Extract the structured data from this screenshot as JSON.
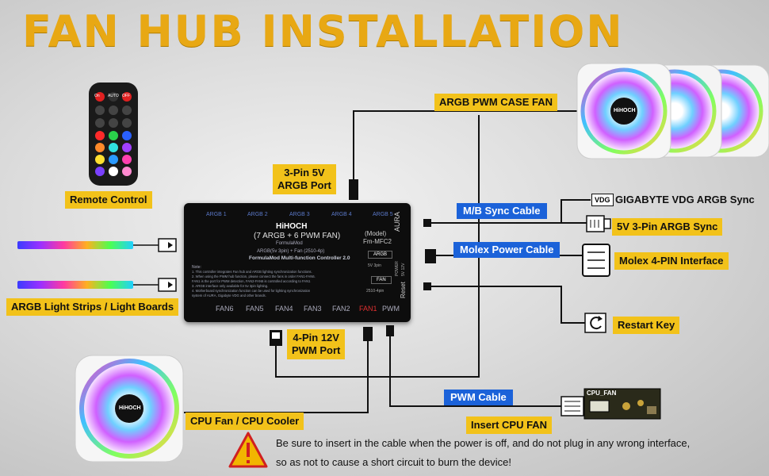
{
  "title": "FAN HUB INSTALLATION",
  "labels": {
    "remote_control": "Remote Control",
    "argb_strips": "ARGB Light Strips / Light Boards",
    "argb_port_line1": "3-Pin 5V",
    "argb_port_line2": "ARGB Port",
    "case_fan": "ARGB PWM CASE FAN",
    "mb_sync_cable": "M/B Sync Cable",
    "vdg_tag": "VDG",
    "gigabyte_sync": "GIGABYTE VDG ARGB Sync",
    "sync_5v": "5V 3-Pin ARGB Sync",
    "molex_cable": "Molex Power Cable",
    "molex_interface": "Molex 4-PIN Interface",
    "restart_key": "Restart Key",
    "pwm_port_line1": "4-Pin 12V",
    "pwm_port_line2": "PWM Port",
    "pwm_cable": "PWM Cable",
    "insert_cpu_fan": "Insert CPU FAN",
    "cpu_fan_header": "CPU_FAN",
    "cpu_cooler": "CPU Fan / CPU Cooler"
  },
  "warning": {
    "line1": "Be sure to insert in the cable when the power is off, and do not plug in any wrong interface,",
    "line2": "so as not to cause a short circuit to burn the device!"
  },
  "brand": "HiHOCH",
  "remote": {
    "top_buttons": [
      "On",
      "AUTO",
      "OFF"
    ]
  },
  "hub": {
    "argb_ports": [
      "ARGB 1",
      "ARGB 2",
      "ARGB 3",
      "ARGB 4",
      "ARGB 5"
    ],
    "brand": "HiHOCH",
    "model_line": "(7 ARGB + 6 PWM FAN)",
    "model_label": "(Model)",
    "model_number": "Fm-MFC2",
    "formula": "FormulaMod",
    "spec_line": "ARGB(5v 3pin) + Fan (2510-4p)",
    "controller_name": "FormulaMod Multi-function Controller 2.0",
    "notes_title": "Note:",
    "notes": [
      "1. This controller integrates Fan hub and ARGB lighting synchronization functions.",
      "2. When using the PWM hub function, please connect the fans in order FAN1-FAN6.",
      "FAN1 is the port for PWM detection, FAN2-FAN6 is controlled according to FAN1",
      "3. ARGB interface only available for 5v 3pin lighting.",
      "4. Motherboard synchronization function can be used for lighting synchronization",
      "system of AURA, Gigabyte VDG and other brands."
    ],
    "aura": "AURA",
    "argb_box": "ARGB",
    "argb_box_sub": "5V 3pin",
    "fan_box": "FAN",
    "fan_box_sub": "2510-4pin",
    "power": "POWER",
    "power_sub": "5V 12V",
    "reset": "Reset",
    "fan_ports": [
      "FAN6",
      "FAN5",
      "FAN4",
      "FAN3",
      "FAN2",
      "FAN1",
      "PWM"
    ]
  },
  "colors": {
    "title": "#e8a814",
    "yellow_label": "#f2c21a",
    "blue_label": "#1b62d9",
    "fan1": "#e03030"
  }
}
